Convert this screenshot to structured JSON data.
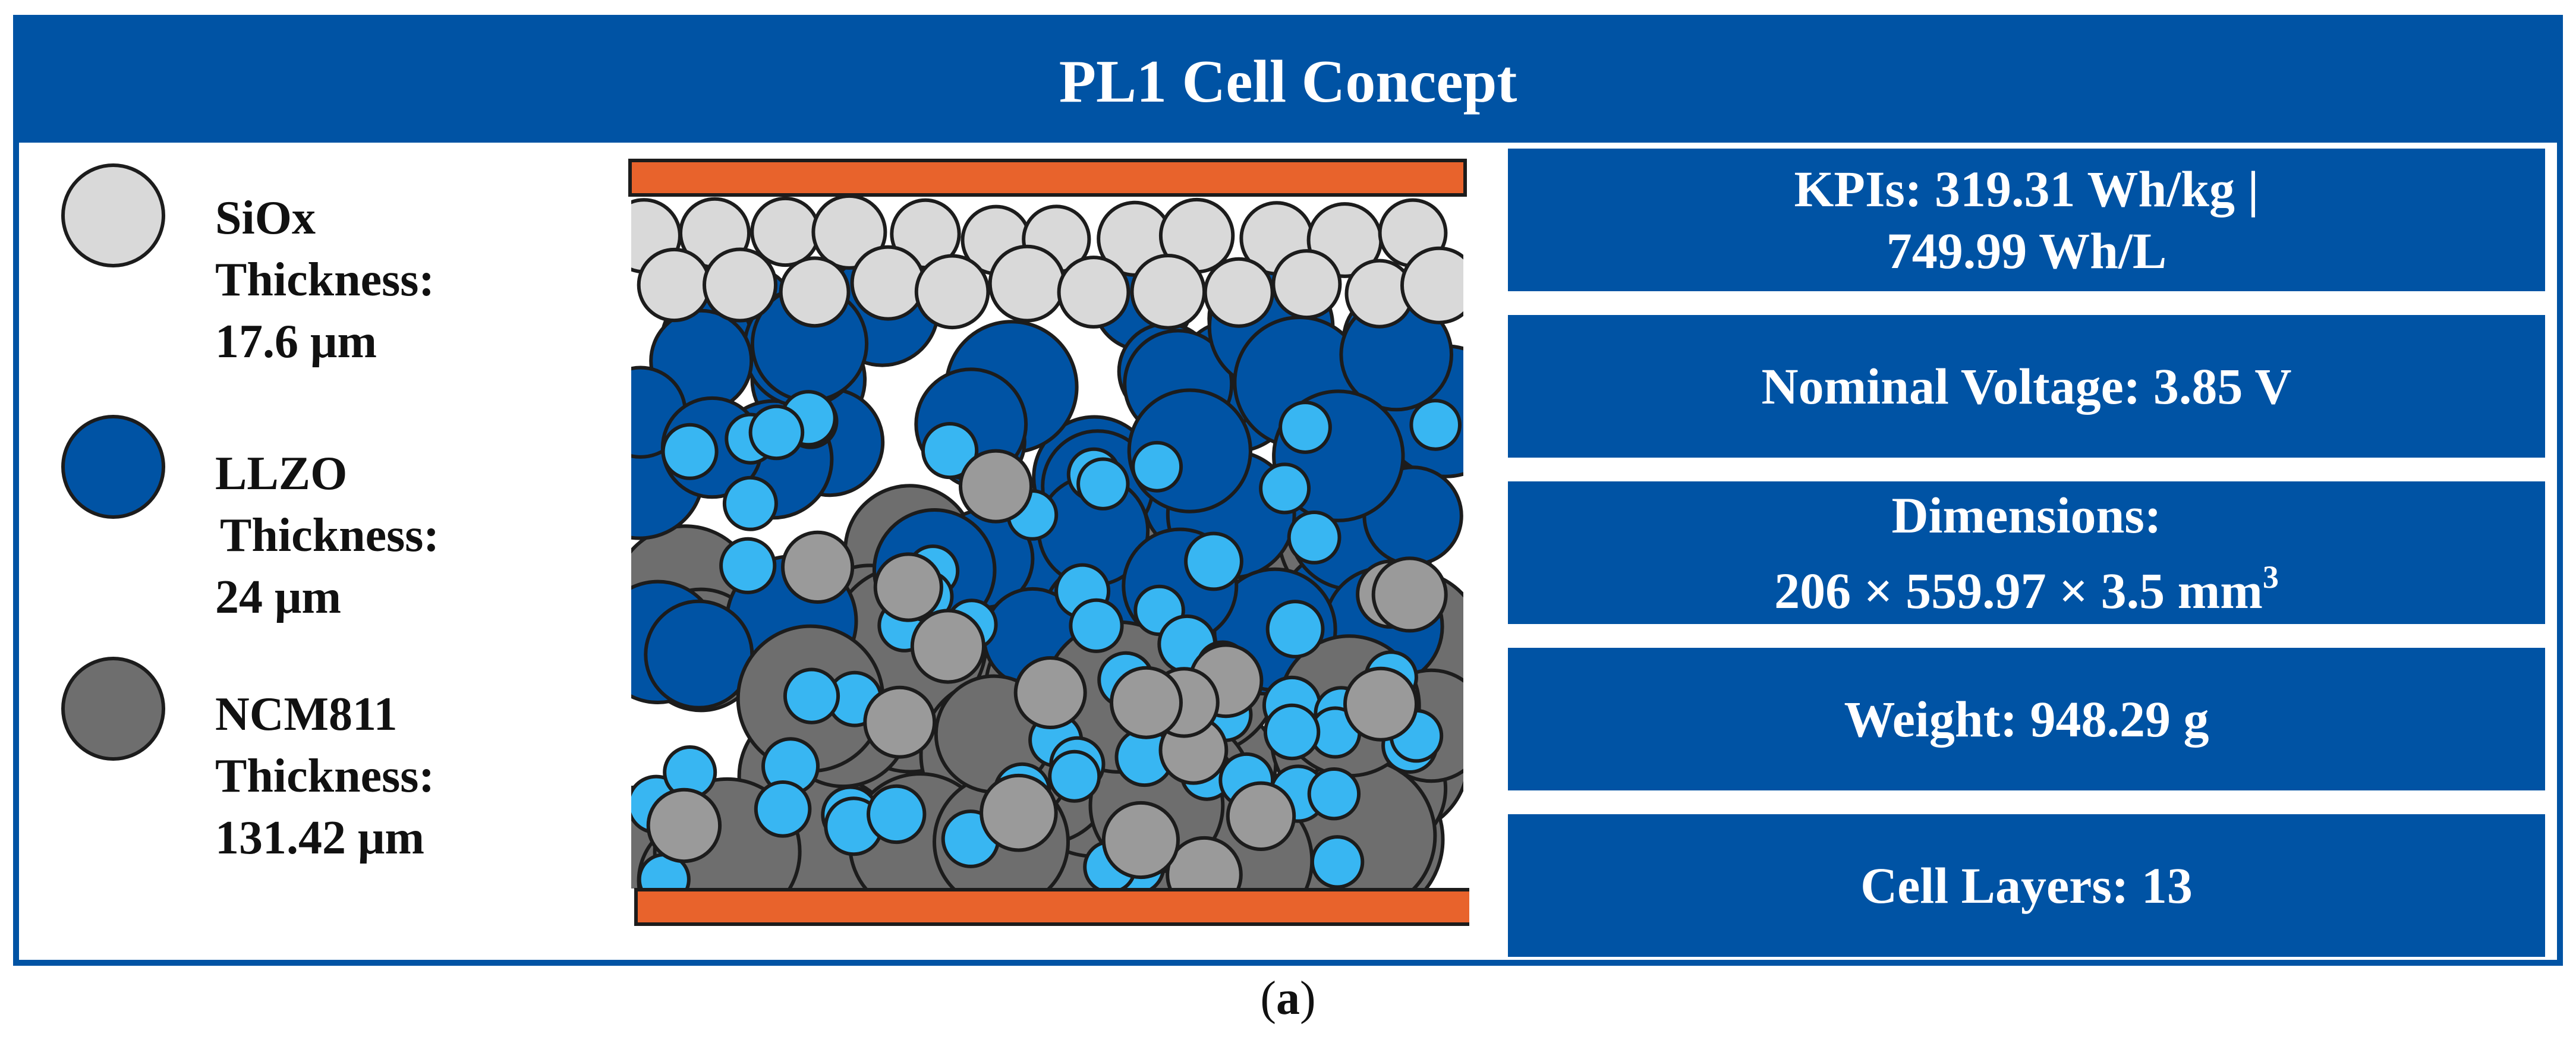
{
  "title": "PL1 Cell Concept",
  "legend": [
    {
      "name": "SiOx",
      "label": "Thickness:",
      "value": "17.6 μm",
      "color": "#D9D9D9"
    },
    {
      "name": "LLZO",
      "label": "Thickness:",
      "value": "24 μm",
      "color": "#0053A4"
    },
    {
      "name": "NCM811",
      "label": "Thickness:",
      "value": "131.42 μm",
      "color": "#6E6E6E"
    }
  ],
  "kpis": {
    "energy_line1": "KPIs: 319.31 Wh/kg |",
    "energy_line2": "749.99 Wh/L",
    "voltage": "Nominal Voltage: 3.85 V",
    "dimensions_label": "Dimensions:",
    "dimensions_value": "206 × 559.97 × 3.5 mm",
    "dimensions_exp": "3",
    "weight": "Weight: 948.29 g",
    "layers": "Cell Layers: 13"
  },
  "caption": {
    "open": "(",
    "letter": "a",
    "close": ")"
  },
  "colors": {
    "frame": "#0053A4",
    "collector": "#E8632C",
    "siox": "#D9D9D9",
    "llzo": "#0053A4",
    "ncm811": "#6E6E6E",
    "additive_light_blue": "#38B6F2",
    "additive_gray": "#9A9A9A"
  }
}
